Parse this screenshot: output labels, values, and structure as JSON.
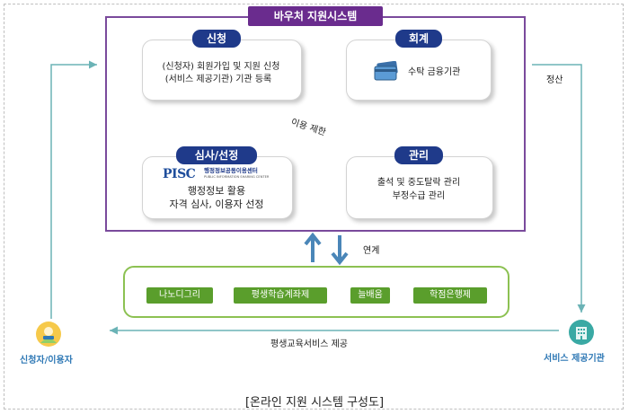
{
  "system": {
    "title": "바우처 지원시스템"
  },
  "apply": {
    "tag": "신청",
    "line1": "(신청자) 회원가입 및 지원 신청",
    "line2": "(서비스 제공기관) 기관 등록"
  },
  "accounting": {
    "tag": "회계",
    "text": "수탁 금융기관"
  },
  "review": {
    "tag": "심사/선정",
    "logo_mark": "PISC",
    "logo_text": "행정정보공동이용센터",
    "logo_sub": "PUBLIC INFORMATION SHARING CENTER",
    "line1": "행정정보 활용",
    "line2": "자격 심사, 이용자 선정"
  },
  "manage": {
    "tag": "관리",
    "line1": "출석 및 중도탈락 관리",
    "line2": "부정수급 관리"
  },
  "labels": {
    "restriction": "이용 제한",
    "link": "연계",
    "settlement": "정산",
    "service": "평생교육서비스 제공"
  },
  "external_systems": [
    "나노디그리",
    "평생학습계좌제",
    "늘배움",
    "학점은행제"
  ],
  "actors": {
    "applicant": "신청자/이용자",
    "provider": "서비스 제공기관"
  },
  "caption": "[온라인 지원 시스템 구성도]",
  "colors": {
    "system_border": "#7a4a9c",
    "system_title_bg": "#6a2c8e",
    "tag_bg": "#1f3a8a",
    "arrow_blue": "#4a86b8",
    "ext_border": "#8cc152",
    "ext_button": "#5a9e2c",
    "flow_line": "#6bb3b6",
    "actor_text": "#2e78b5"
  }
}
